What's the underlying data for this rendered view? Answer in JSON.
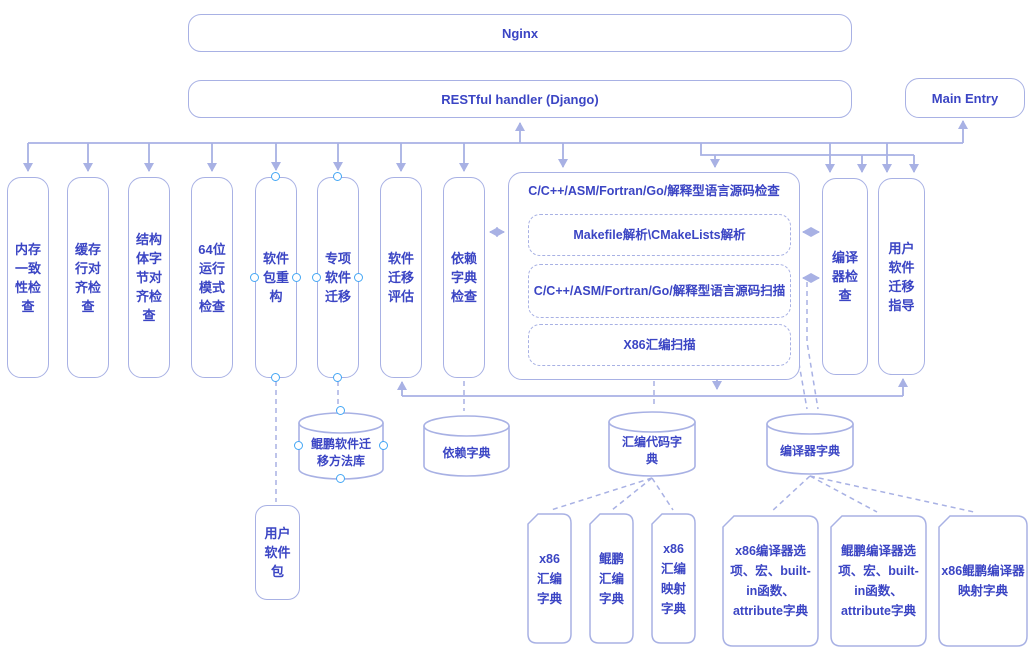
{
  "top": {
    "nginx": "Nginx",
    "restful": "RESTful handler (Django)",
    "main_entry": "Main Entry"
  },
  "modules": [
    "内存一致性检查",
    "缓存行对齐检查",
    "结构体字节对齐检查",
    "64位运行模式检查",
    "软件包重构",
    "专项软件迁移",
    "软件迁移评估",
    "依赖字典检查"
  ],
  "source_check": {
    "title": "C/C++/ASM/Fortran/Go/解释型语言源码检查",
    "steps": [
      "Makefile解析\\CMakeLists解析",
      "C/C++/ASM/Fortran/Go/解释型语言源码扫描",
      "X86汇编扫描"
    ]
  },
  "right_modules": [
    "编译器检查",
    "用户软件迁移指导"
  ],
  "stores": [
    "鲲鹏软件迁移方法库",
    "依赖字典",
    "汇编代码字典",
    "编译器字典"
  ],
  "user_package": "用户软件包",
  "asm_dicts": [
    "x86汇编字典",
    "鲲鹏汇编字典",
    "x86汇编映射字典"
  ],
  "compiler_dicts": [
    "x86编译器选项、宏、built-in函数、attribute字典",
    "鲲鹏编译器选项、宏、built-in函数、attribute字典",
    "x86鲲鹏编译器映射字典"
  ],
  "colors": {
    "line": "#a8b1e4",
    "text": "#3b45c4",
    "handle": "#45a7f5"
  }
}
